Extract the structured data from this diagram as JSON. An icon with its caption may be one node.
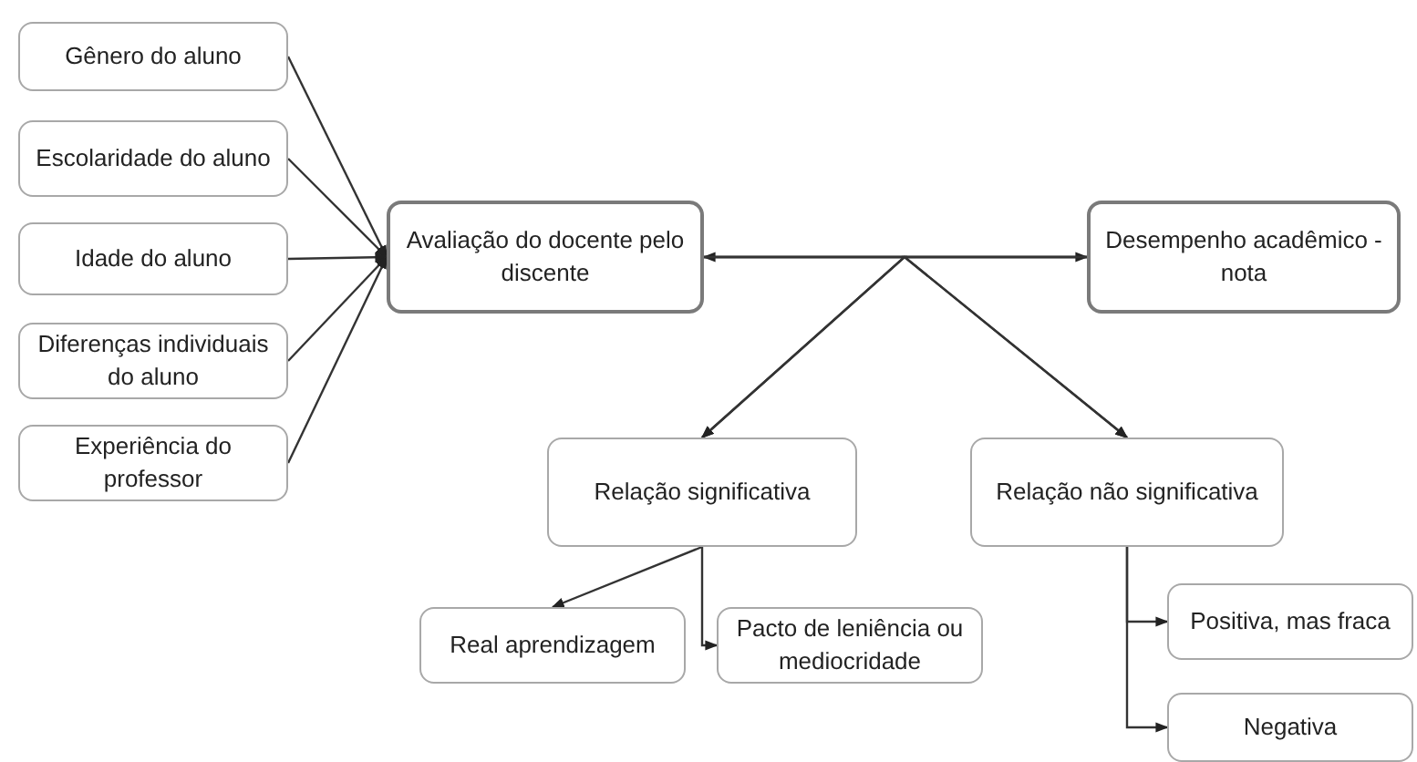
{
  "diagram": {
    "nodes": [
      {
        "text": [
          "Gênero do aluno"
        ]
      },
      {
        "text": [
          "Escolaridade do aluno"
        ]
      },
      {
        "text": [
          "Idade do aluno"
        ]
      },
      {
        "text": [
          "Diferenças individuais do aluno"
        ]
      },
      {
        "text": [
          "Experiência do professor"
        ]
      },
      {
        "text": [
          "Avaliação do docente pelo discente"
        ]
      },
      {
        "text": [
          "Desempenho acadêmico - nota"
        ]
      },
      {
        "text": [
          "Relação significativa"
        ]
      },
      {
        "text": [
          "Relação não significativa"
        ]
      },
      {
        "text": [
          "Real aprendizagem"
        ]
      },
      {
        "text": [
          "Pacto de leniência ou mediocridade"
        ]
      },
      {
        "text": [
          "Positiva, mas fraca"
        ]
      },
      {
        "text": [
          "Negativa"
        ]
      }
    ],
    "edges": [
      {
        "from": 0,
        "to": 5,
        "arrow": "to"
      },
      {
        "from": 1,
        "to": 5,
        "arrow": "to"
      },
      {
        "from": 2,
        "to": 5,
        "arrow": "to"
      },
      {
        "from": 3,
        "to": 5,
        "arrow": "to"
      },
      {
        "from": 4,
        "to": 5,
        "arrow": "to"
      },
      {
        "from": 5,
        "to": 6,
        "arrow": "both"
      },
      {
        "from": 5,
        "to": 7,
        "arrow": "to"
      },
      {
        "from": 5,
        "to": 8,
        "arrow": "to"
      },
      {
        "from": 6,
        "to": 7,
        "arrow": "to"
      },
      {
        "from": 6,
        "to": 8,
        "arrow": "to"
      },
      {
        "from": 7,
        "to": 9,
        "arrow": "to"
      },
      {
        "from": 7,
        "to": 10,
        "arrow": "to"
      },
      {
        "from": 8,
        "to": 11,
        "arrow": "to"
      },
      {
        "from": 8,
        "to": 12,
        "arrow": "to"
      }
    ]
  }
}
